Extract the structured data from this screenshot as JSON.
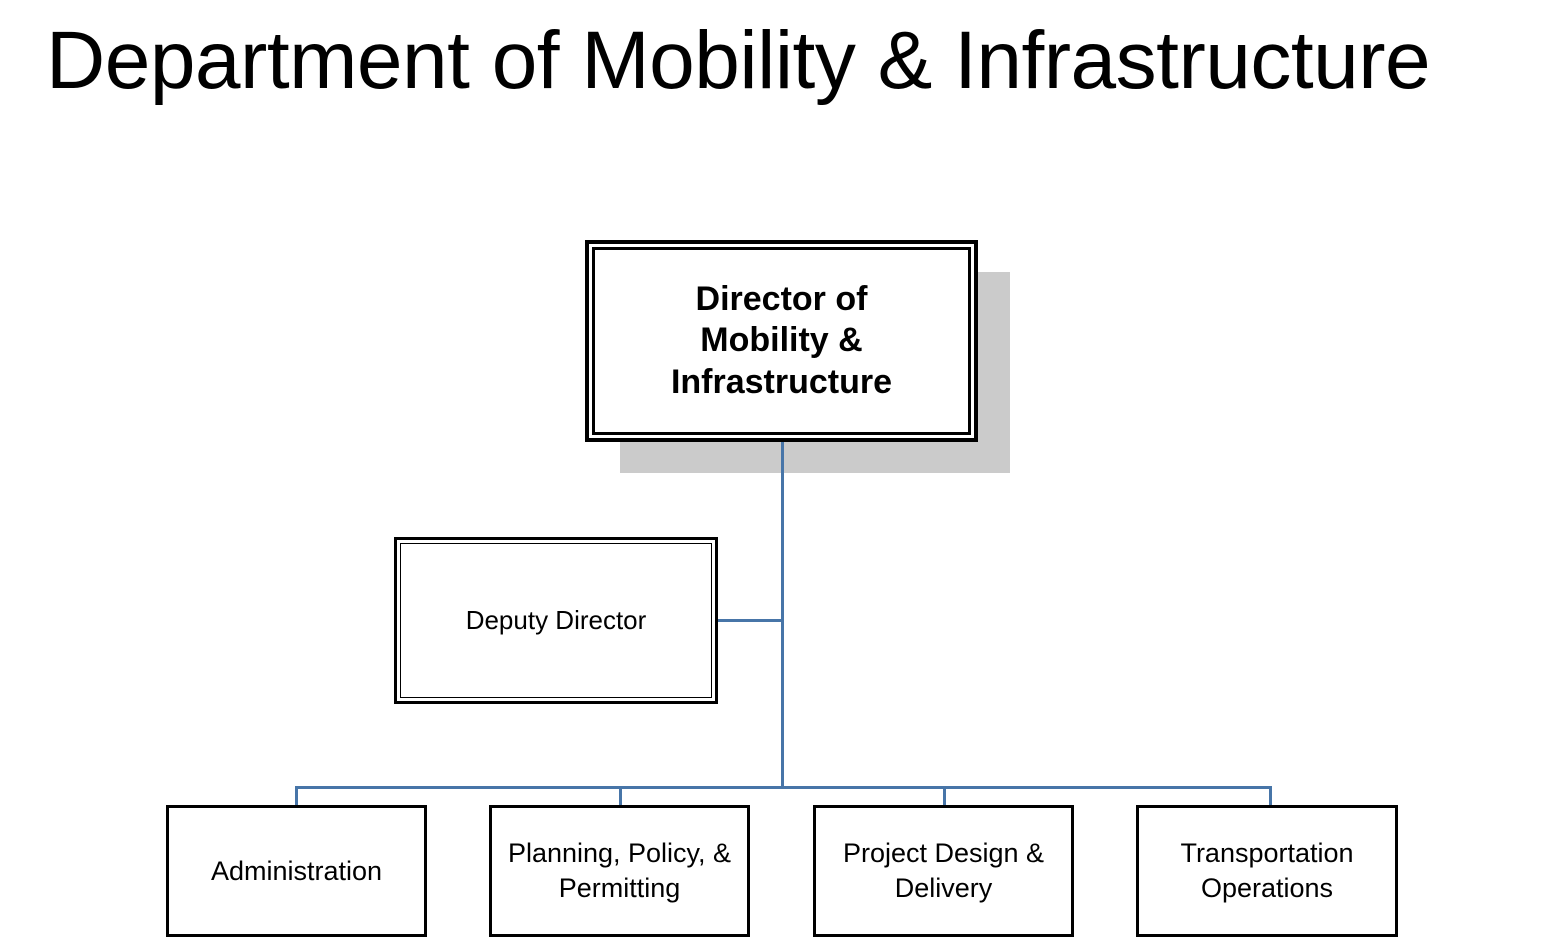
{
  "page": {
    "title": "Department of Mobility & Infrastructure",
    "background_color": "#FFFFFF"
  },
  "colors": {
    "connector_line": "#4775A8",
    "box_border": "#000000",
    "box_fill": "#FFFFFF",
    "shadow": "#CBCBCB",
    "text": "#000000"
  },
  "org_chart": {
    "type": "organizational-hierarchy",
    "root": {
      "label": "Director of Mobility & Infrastructure",
      "display_lines": "Director of\nMobility &\nInfrastructure",
      "style": "bold double-border with drop shadow"
    },
    "staff": {
      "label": "Deputy Director",
      "style": "double-border, side branch"
    },
    "divisions": [
      {
        "label": "Administration"
      },
      {
        "label": "Planning, Policy, & Permitting"
      },
      {
        "label": "Project Design & Delivery"
      },
      {
        "label": "Transportation Operations"
      }
    ]
  }
}
